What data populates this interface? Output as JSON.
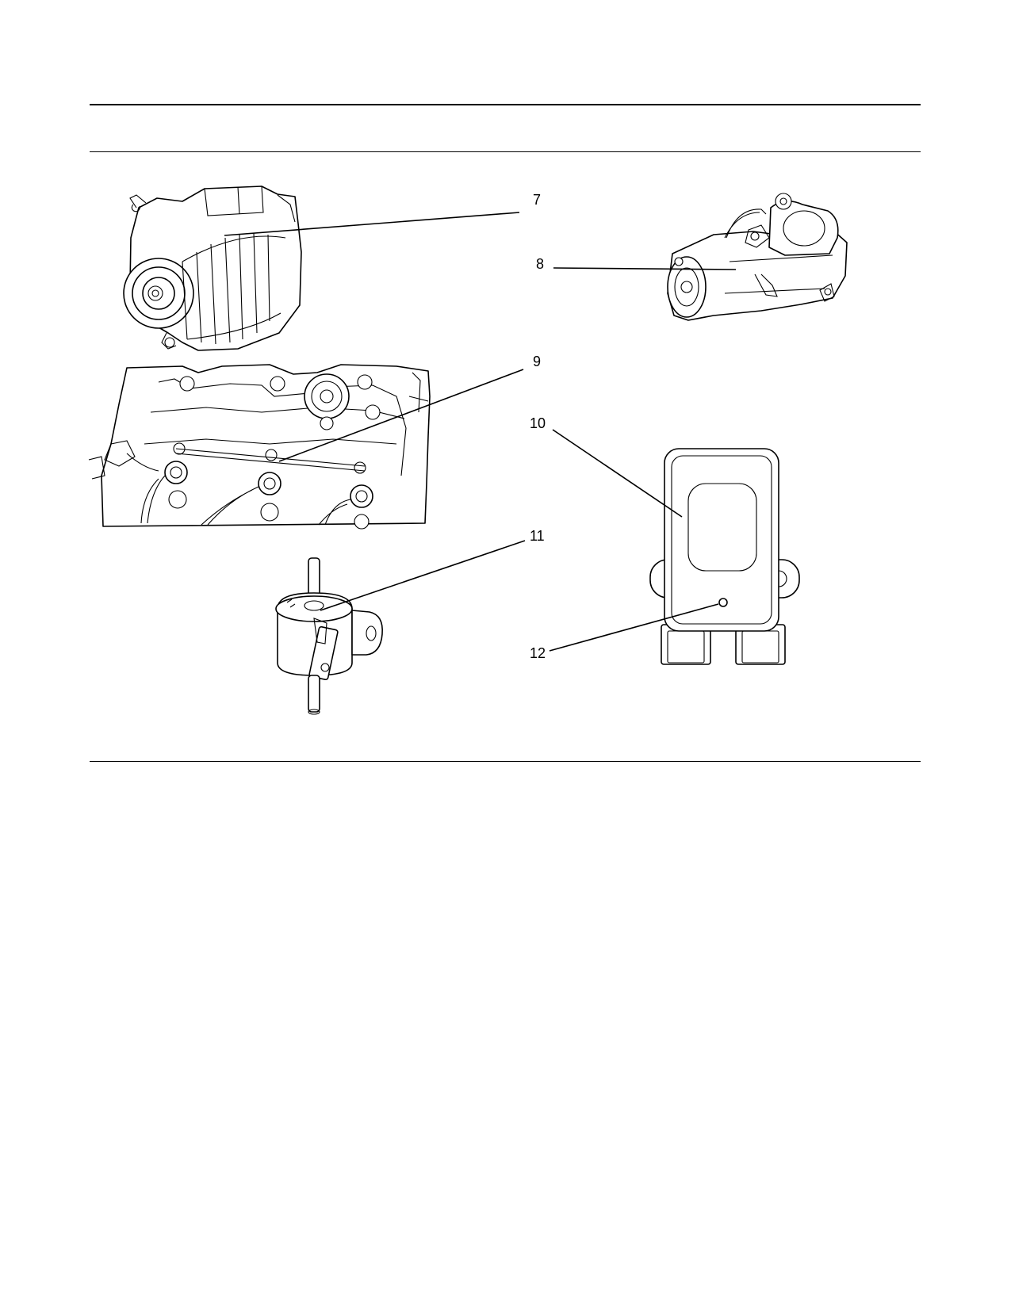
{
  "figure": {
    "callouts": [
      {
        "id": "7",
        "label": "7"
      },
      {
        "id": "8",
        "label": "8"
      },
      {
        "id": "9",
        "label": "9"
      },
      {
        "id": "10",
        "label": "10"
      },
      {
        "id": "11",
        "label": "11"
      },
      {
        "id": "12",
        "label": "12"
      }
    ],
    "line_color": "#000000",
    "background_color": "#ffffff"
  }
}
